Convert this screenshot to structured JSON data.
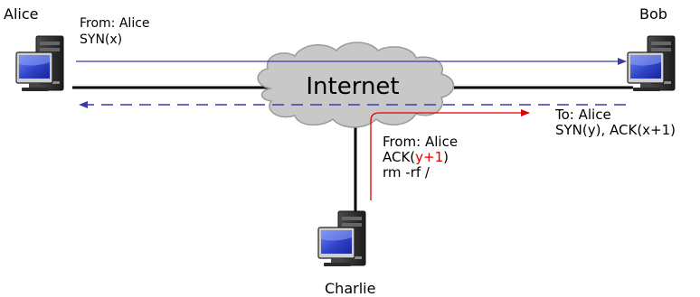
{
  "nodes": {
    "alice": {
      "label": "Alice"
    },
    "bob": {
      "label": "Bob"
    },
    "charlie": {
      "label": "Charlie"
    },
    "internet": {
      "label": "Internet"
    }
  },
  "messages": {
    "syn": {
      "line1": "From: Alice",
      "line2": "SYN(x)"
    },
    "synack": {
      "line1": "To: Alice",
      "line2": "SYN(y), ACK(x+1)"
    },
    "spoof": {
      "line1": "From: Alice",
      "ack_prefix": "ACK(",
      "ack_guess": "y+1",
      "ack_suffix": ")",
      "line3": "rm -rf /"
    }
  },
  "colors": {
    "link": "#000000",
    "syn_arrow": "#3a3ab0",
    "spoof_arrow": "#e00000",
    "guess_text": "#e00000",
    "cloud_fill": "#c8c8c8",
    "cloud_stroke": "#9a9a9a",
    "screen": "#2f43c8",
    "tower": "#2a2a2a"
  },
  "icons": {
    "computer": "computer-icon",
    "cloud": "cloud-icon"
  }
}
